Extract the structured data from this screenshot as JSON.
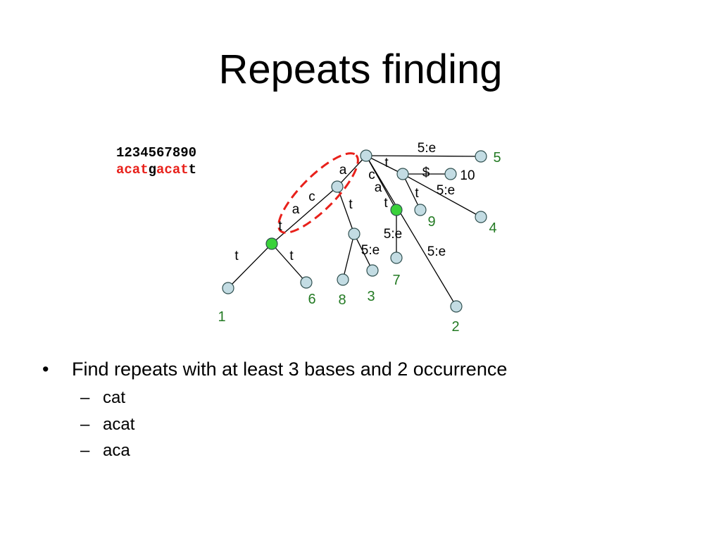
{
  "title": "Repeats finding",
  "sequence": {
    "positions": "1234567890",
    "segments": [
      {
        "text": "acat",
        "color": "#e8201a"
      },
      {
        "text": "g",
        "color": "#000000"
      },
      {
        "text": "acat",
        "color": "#e8201a"
      },
      {
        "text": "t",
        "color": "#000000"
      }
    ]
  },
  "colors": {
    "node_fill": "#c3dce3",
    "branch_node_fill": "#3ad13a",
    "leaf_label": "#237a23",
    "highlight": "#e8201a"
  },
  "tree": {
    "edge_labels": [
      "5:e",
      "t",
      "$",
      "10",
      "a",
      "c",
      "a",
      "5:e",
      "t",
      "c",
      "t",
      "a",
      "t",
      "t",
      "5:e",
      "5:e",
      "5:e",
      "t",
      "t"
    ],
    "leaf_labels": [
      "5",
      "9",
      "4",
      "1",
      "6",
      "8",
      "3",
      "7",
      "2"
    ]
  },
  "bullets": {
    "main": "Find repeats with at least 3 bases and 2 occurrence",
    "subs": [
      "cat",
      "acat",
      "aca"
    ]
  }
}
